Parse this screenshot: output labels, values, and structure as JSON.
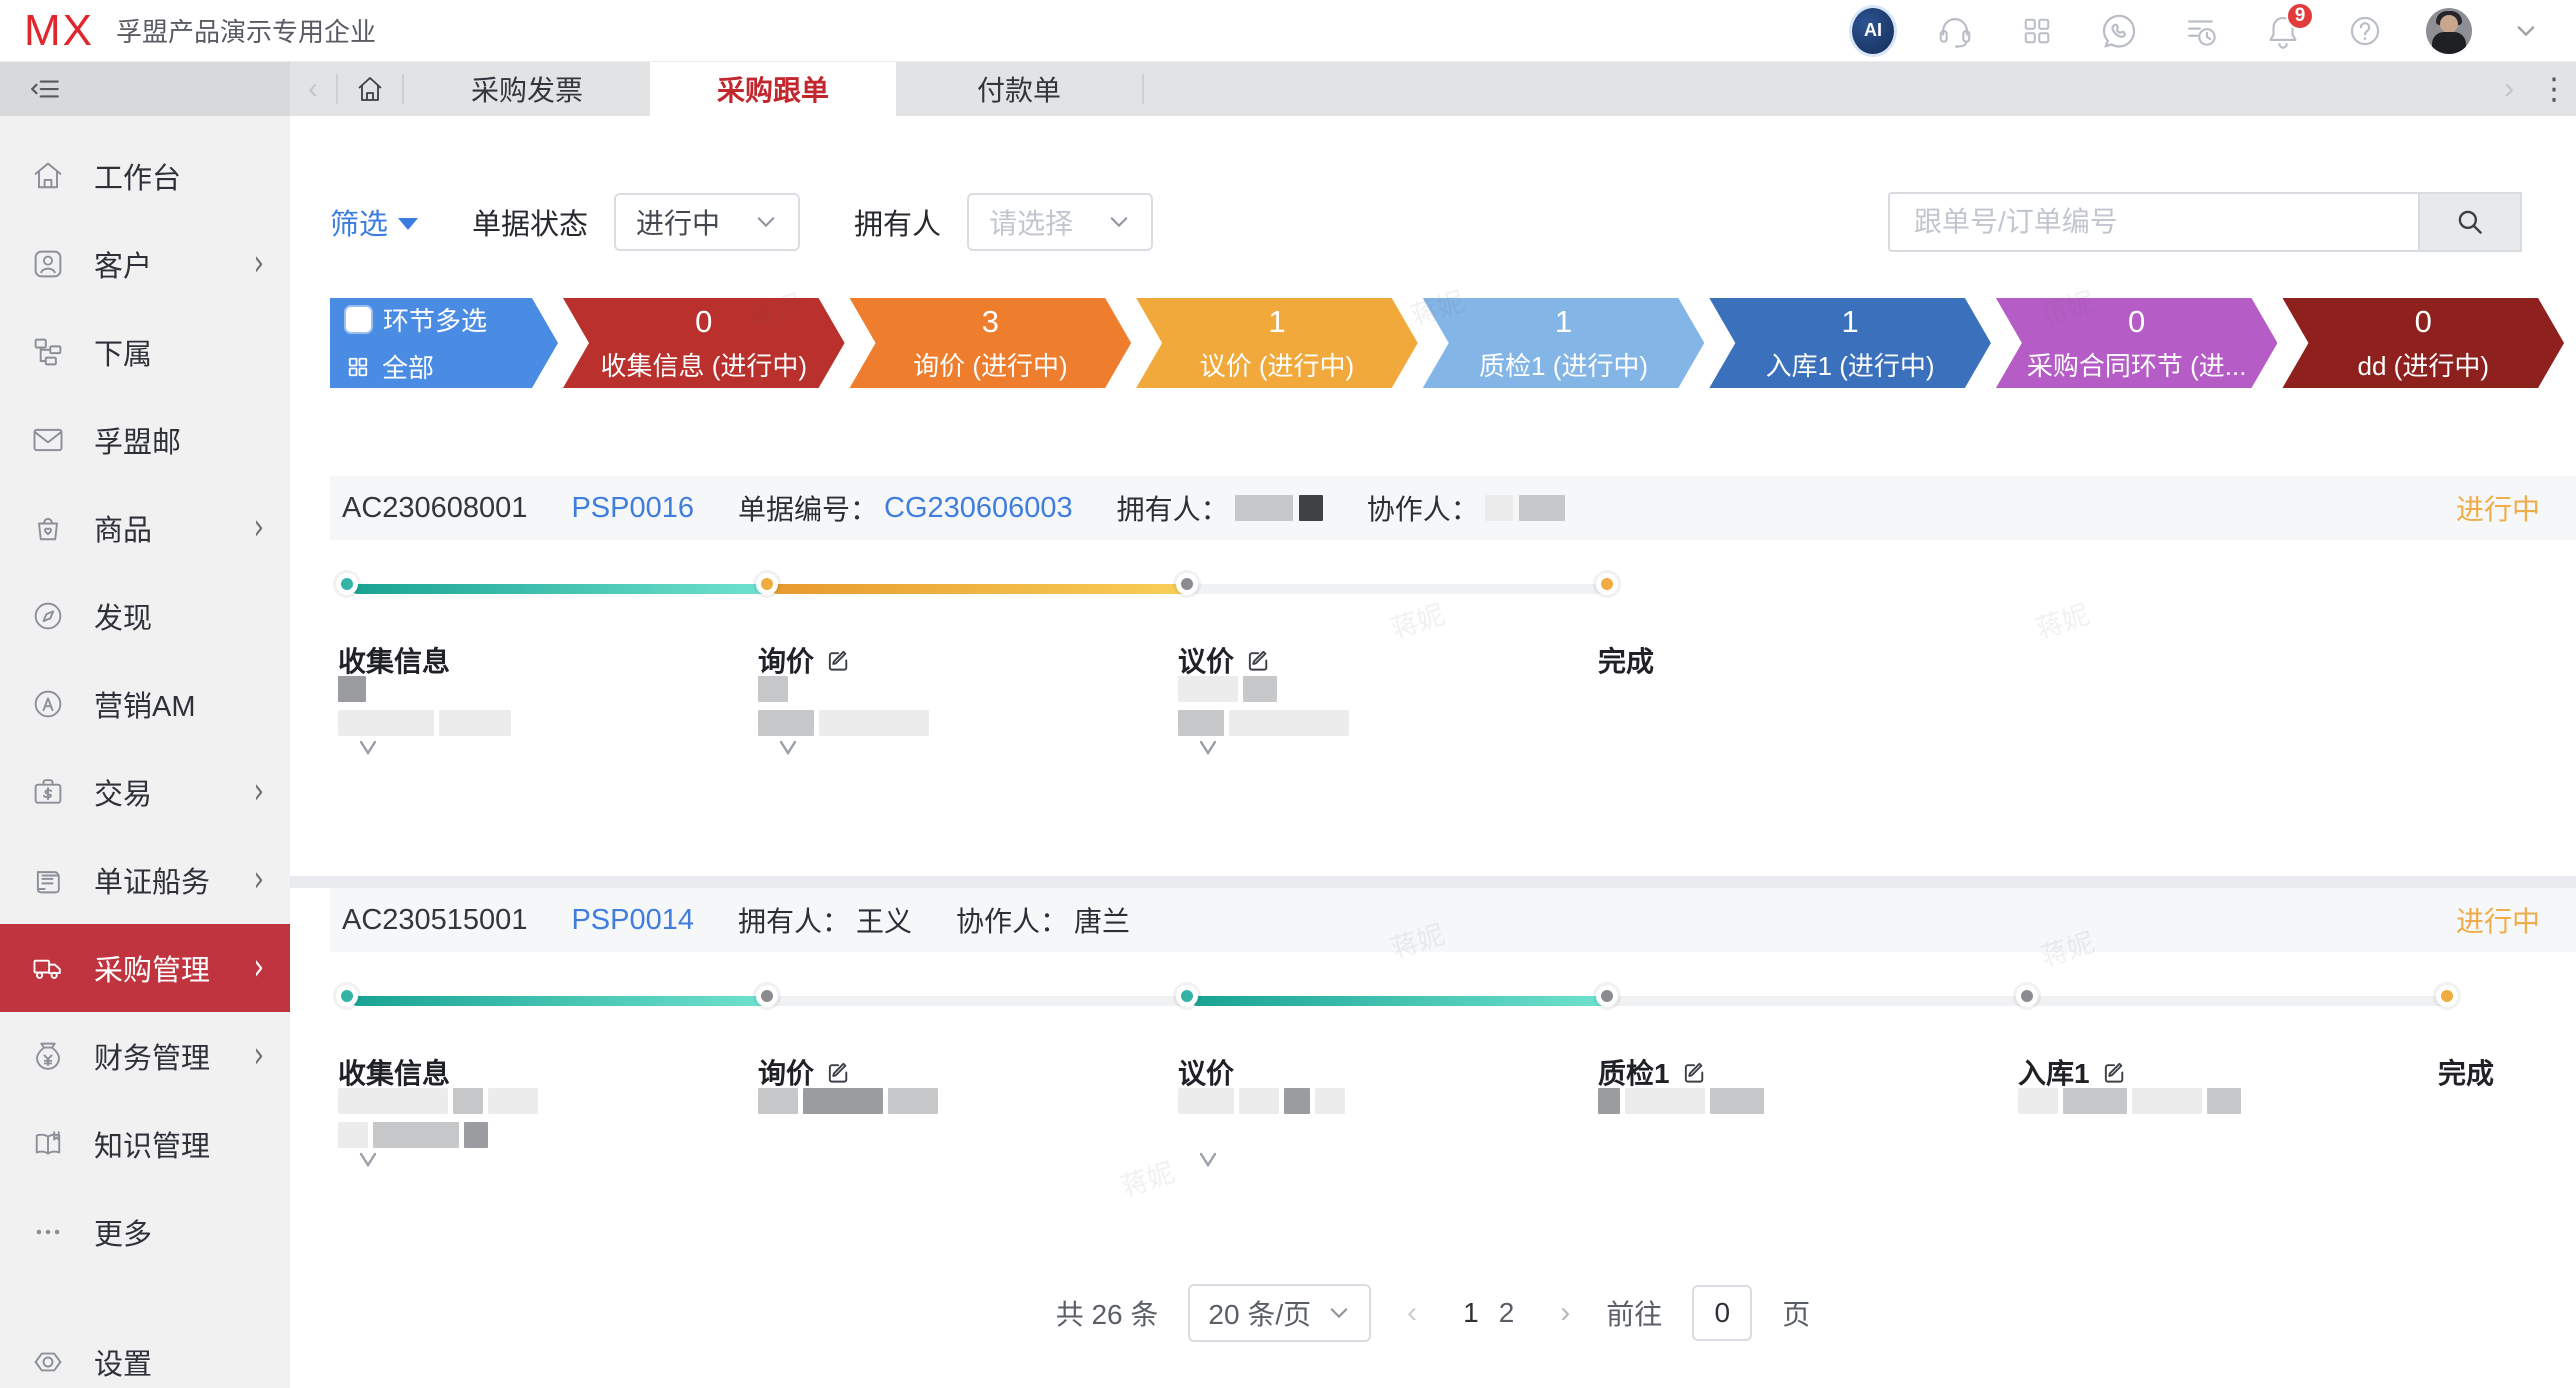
{
  "topbar": {
    "logo": "MX",
    "company": "孚盟产品演示专用企业",
    "ai_label": "AI",
    "bell_badge": "9",
    "icons": [
      "ai-assistant-icon",
      "headset-icon",
      "apps-grid-icon",
      "phone-icon",
      "task-clock-icon",
      "bell-icon",
      "help-icon",
      "avatar",
      "chevron-down-icon"
    ]
  },
  "sidebar": {
    "items": [
      {
        "key": "workbench",
        "label": "工作台",
        "icon": "home",
        "expandable": false,
        "active": false
      },
      {
        "key": "customers",
        "label": "客户",
        "icon": "user",
        "expandable": true,
        "active": false
      },
      {
        "key": "subordinates",
        "label": "下属",
        "icon": "org",
        "expandable": false,
        "active": false
      },
      {
        "key": "fumeng-mail",
        "label": "孚盟邮",
        "icon": "mail",
        "expandable": false,
        "active": false
      },
      {
        "key": "products",
        "label": "商品",
        "icon": "bag",
        "expandable": true,
        "active": false
      },
      {
        "key": "discover",
        "label": "发现",
        "icon": "compass",
        "expandable": false,
        "active": false
      },
      {
        "key": "marketing-am",
        "label": "营销AM",
        "icon": "circle-a",
        "expandable": false,
        "active": false
      },
      {
        "key": "trade",
        "label": "交易",
        "icon": "briefcase",
        "expandable": true,
        "active": false
      },
      {
        "key": "shipping-docs",
        "label": "单证船务",
        "icon": "receipt",
        "expandable": true,
        "active": false
      },
      {
        "key": "purchase",
        "label": "采购管理",
        "icon": "truck",
        "expandable": true,
        "active": true
      },
      {
        "key": "finance",
        "label": "财务管理",
        "icon": "moneybag",
        "expandable": true,
        "active": false
      },
      {
        "key": "knowledge",
        "label": "知识管理",
        "icon": "book",
        "expandable": false,
        "active": false
      },
      {
        "key": "more",
        "label": "更多",
        "icon": "ellipsis",
        "expandable": false,
        "active": false
      },
      {
        "key": "settings",
        "label": "设置",
        "icon": "gear",
        "expandable": false,
        "active": false,
        "gap_before": true
      }
    ]
  },
  "tabbar": {
    "tabs": [
      {
        "label": "采购发票",
        "active": false
      },
      {
        "label": "采购跟单",
        "active": true
      },
      {
        "label": "付款单",
        "active": false
      }
    ]
  },
  "filters": {
    "filter_label": "筛选",
    "status_label": "单据状态",
    "status_value": "进行中",
    "owner_label": "拥有人",
    "owner_placeholder": "请选择",
    "search_placeholder": "跟单号/订单编号"
  },
  "stage_bar": {
    "multi_select": "环节多选",
    "all": "全部",
    "first_color": "#4a8ce4",
    "stages": [
      {
        "count": "0",
        "label": "收集信息 (进行中)",
        "color": "#b9302d"
      },
      {
        "count": "3",
        "label": "询价 (进行中)",
        "color": "#ee7d2e"
      },
      {
        "count": "1",
        "label": "议价 (进行中)",
        "color": "#f2a93c"
      },
      {
        "count": "1",
        "label": "质检1 (进行中)",
        "color": "#83b5e7"
      },
      {
        "count": "1",
        "label": "入库1 (进行中)",
        "color": "#3a70bc"
      },
      {
        "count": "0",
        "label": "采购合同环节 (进...",
        "color": "#b55cc6"
      },
      {
        "count": "0",
        "label": "dd (进行中)",
        "color": "#8e201d"
      }
    ]
  },
  "cards": [
    {
      "code": "AC230608001",
      "ref": "PSP0016",
      "doc_label": "单据编号：",
      "doc_no": "CG230606003",
      "owner_label": "拥有人：",
      "owner_text": "",
      "owner_redact": [
        {
          "w": 58,
          "s": "m"
        },
        {
          "w": 24,
          "s": "k"
        }
      ],
      "collab_label": "协作人：",
      "collab_text": "",
      "collab_redact": [
        {
          "w": 28,
          "s": "l"
        },
        {
          "w": 46,
          "s": "m"
        }
      ],
      "status": "进行中",
      "body_h": 336,
      "nodes": [
        {
          "label": "收集信息",
          "color": "teal",
          "edit": false,
          "redact": [
            [
              {
                "w": 28,
                "s": "d"
              }
            ],
            [
              {
                "w": 96,
                "s": "l"
              },
              {
                "w": 72,
                "s": "l"
              }
            ]
          ]
        },
        {
          "label": "询价",
          "color": "orange",
          "edit": true,
          "redact": [
            [
              {
                "w": 30,
                "s": "m"
              }
            ],
            [
              {
                "w": 56,
                "s": "m"
              },
              {
                "w": 110,
                "s": "l"
              }
            ]
          ]
        },
        {
          "label": "议价",
          "color": "gray",
          "edit": true,
          "redact": [
            [
              {
                "w": 60,
                "s": "l"
              },
              {
                "w": 34,
                "s": "m"
              }
            ],
            [
              {
                "w": 46,
                "s": "m"
              },
              {
                "w": 120,
                "s": "l"
              }
            ]
          ]
        },
        {
          "label": "完成",
          "color": "orange",
          "edit": false,
          "redact": []
        }
      ],
      "segments": [
        "teal",
        "orange",
        "empty"
      ],
      "expanders": [
        0,
        1,
        2
      ]
    },
    {
      "code": "AC230515001",
      "ref": "PSP0014",
      "doc_label": "",
      "doc_no": "",
      "owner_label": "拥有人：",
      "owner_text": "王义",
      "owner_redact": [],
      "collab_label": "协作人：",
      "collab_text": "唐兰",
      "collab_redact": [],
      "status": "进行中",
      "body_h": 262,
      "nodes": [
        {
          "label": "收集信息",
          "color": "teal",
          "edit": false,
          "redact": [
            [
              {
                "w": 110,
                "s": "l"
              },
              {
                "w": 30,
                "s": "m"
              },
              {
                "w": 50,
                "s": "l"
              }
            ],
            [
              {
                "w": 30,
                "s": "l"
              },
              {
                "w": 86,
                "s": "m"
              },
              {
                "w": 24,
                "s": "d"
              }
            ]
          ]
        },
        {
          "label": "询价",
          "color": "gray",
          "edit": true,
          "redact": [
            [
              {
                "w": 40,
                "s": "m"
              },
              {
                "w": 80,
                "s": "d"
              },
              {
                "w": 50,
                "s": "m"
              }
            ]
          ]
        },
        {
          "label": "议价",
          "color": "teal",
          "edit": false,
          "redact": [
            [
              {
                "w": 56,
                "s": "l"
              },
              {
                "w": 40,
                "s": "l"
              },
              {
                "w": 26,
                "s": "d"
              },
              {
                "w": 30,
                "s": "l"
              }
            ]
          ]
        },
        {
          "label": "质检1",
          "color": "gray",
          "edit": true,
          "redact": [
            [
              {
                "w": 22,
                "s": "d"
              },
              {
                "w": 80,
                "s": "l"
              },
              {
                "w": 54,
                "s": "m"
              }
            ]
          ]
        },
        {
          "label": "入库1",
          "color": "gray",
          "edit": true,
          "redact": [
            [
              {
                "w": 40,
                "s": "l"
              },
              {
                "w": 64,
                "s": "m"
              },
              {
                "w": 70,
                "s": "l"
              },
              {
                "w": 34,
                "s": "m"
              }
            ]
          ]
        },
        {
          "label": "完成",
          "color": "orange",
          "edit": false,
          "redact": []
        }
      ],
      "segments": [
        "teal",
        "empty",
        "teal",
        "empty",
        "empty"
      ],
      "expanders": [
        0,
        2
      ]
    }
  ],
  "pagination": {
    "total": "共 26 条",
    "page_size": "20 条/页",
    "pages": [
      "1",
      "2"
    ],
    "current_page": "1",
    "goto_label": "前往",
    "goto_value": "0",
    "page_suffix": "页"
  },
  "watermark": {
    "text": "蒋妮"
  },
  "colors": {
    "accent_red": "#c0343f",
    "tab_active_red": "#c2272e",
    "link_blue": "#3f7edc",
    "filter_blue": "#3b7ce0",
    "status_orange": "#eead4a",
    "node_teal": "#35b3a6",
    "node_orange": "#f0ac3f",
    "node_gray": "#8a8c90"
  }
}
